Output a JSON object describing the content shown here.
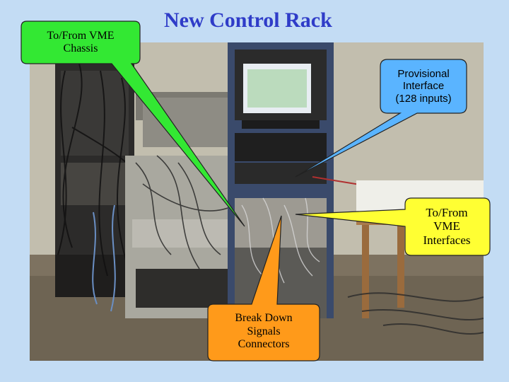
{
  "slide": {
    "title": "New Control Rack"
  },
  "callouts": {
    "vme_chassis": {
      "lines": [
        "To/From VME",
        "Chassis"
      ],
      "color": "#33e833"
    },
    "provisional_interface": {
      "lines": [
        "Provisional",
        "Interface",
        "(128 inputs)"
      ],
      "color": "#5ab4ff"
    },
    "vme_interfaces": {
      "lines": [
        "To/From",
        "VME",
        "Interfaces"
      ],
      "color": "#ffff33"
    },
    "breakdown_connectors": {
      "lines": [
        "Break Down",
        "Signals",
        "Connectors"
      ],
      "color": "#ff9a1a"
    }
  },
  "colors": {
    "background": "#c3dcf4",
    "title": "#2f3cc8"
  }
}
